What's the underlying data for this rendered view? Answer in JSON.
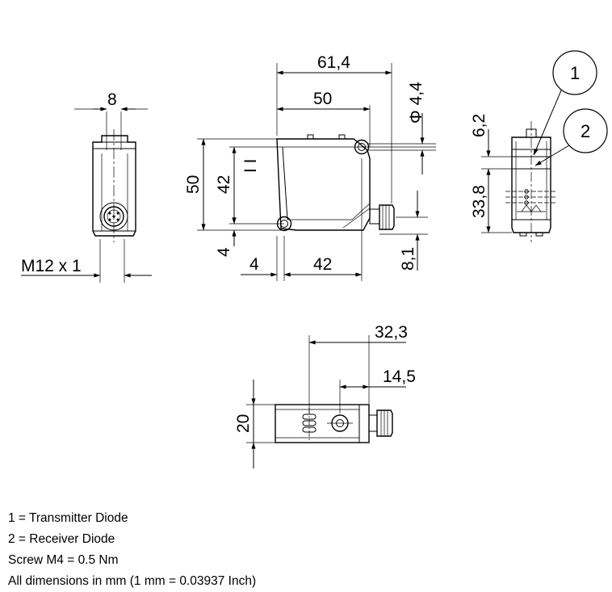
{
  "dimensions": {
    "side_width_top": "8",
    "connector_thread": "M12 x 1",
    "overall_length": "61,4",
    "body_length": "50",
    "hole_diameter": "Φ 4,4",
    "height": "50",
    "hole_spacing_vertical": "42",
    "hole_offset_bottom": "4",
    "hole_offset_left": "4",
    "hole_spacing_horizontal": "42",
    "connector_offset": "8,1",
    "diode_top_offset": "6,2",
    "diode_spacing": "33,8",
    "top_view_length": "32,3",
    "top_view_connector": "14,5",
    "top_view_width": "20",
    "front_marking": "I I"
  },
  "callouts": [
    "1",
    "2"
  ],
  "legend": [
    "1 =  Transmitter Diode",
    "2 =  Receiver Diode",
    "Screw M4 = 0.5 Nm",
    "All dimensions in mm (1 mm = 0.03937 Inch)"
  ]
}
